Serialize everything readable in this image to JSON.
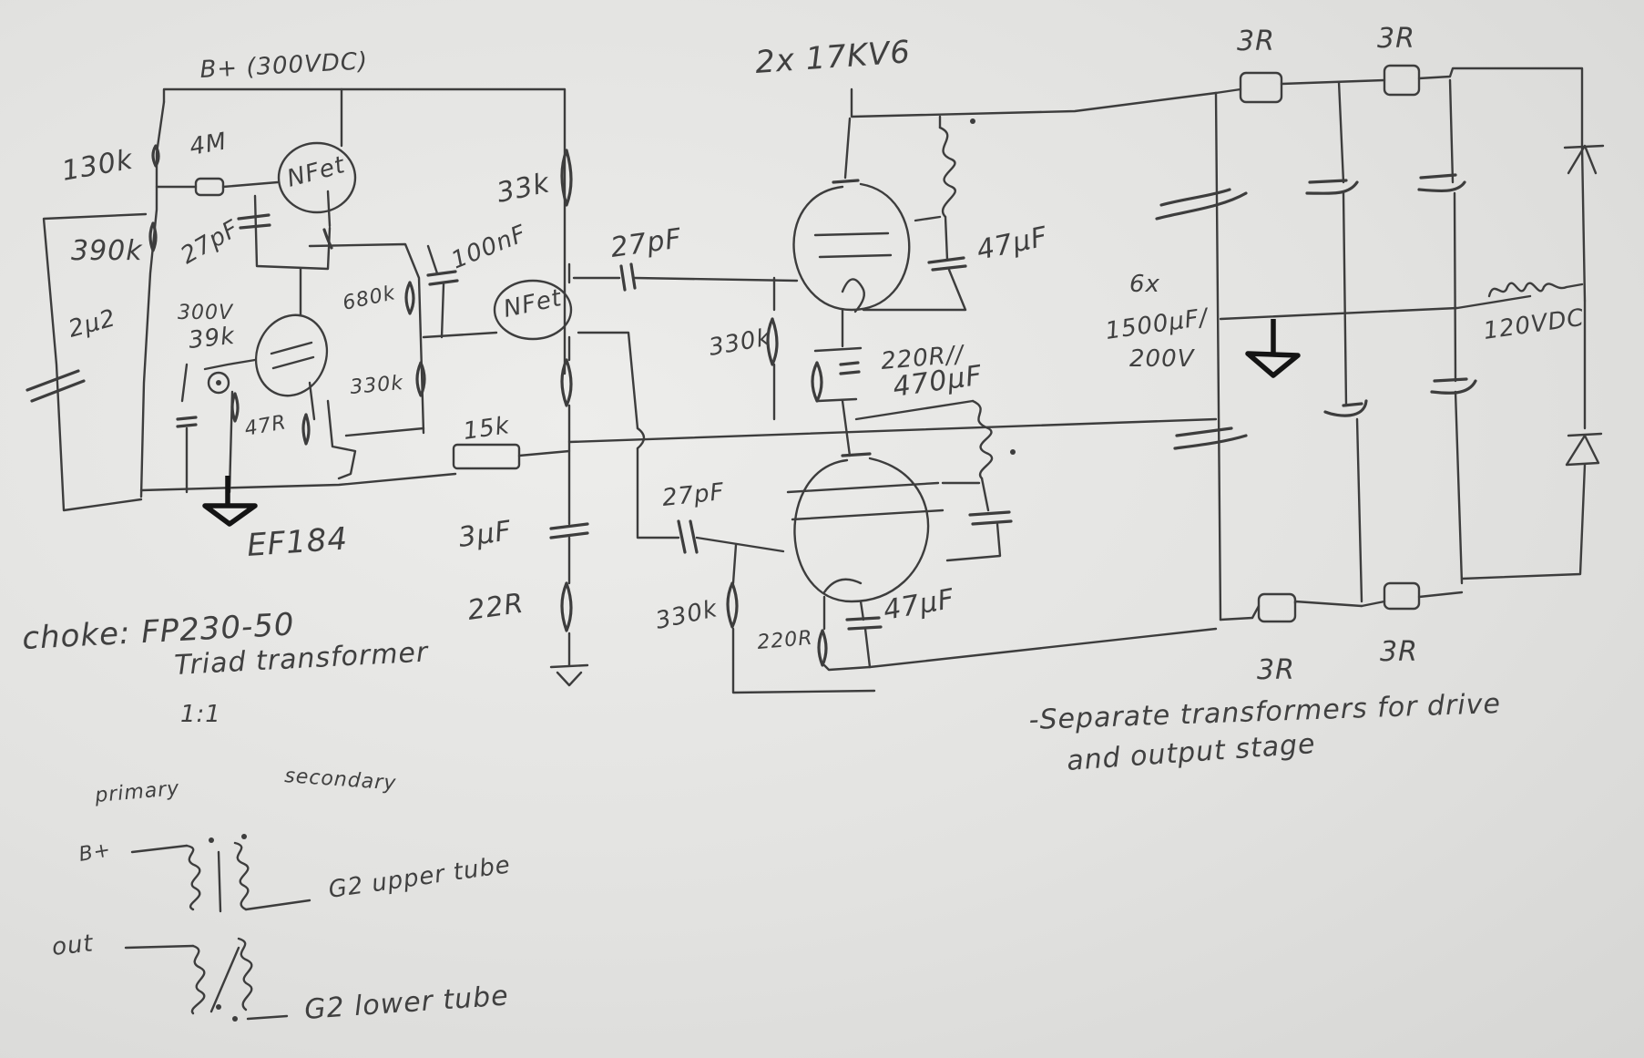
{
  "labels": {
    "b_plus_rail": "B+ (300VDC)",
    "tube_count": "2x 17KV6",
    "r_130k": "130k",
    "r_4m": "4M",
    "nfet_upper": "NFet",
    "r_390k": "390k",
    "c_27pf_a": "27pF",
    "c_2u2": "2μ2",
    "v_300v": "300V",
    "r_39k": "39k",
    "r_47r": "47R",
    "r_680k": "680k",
    "c_100nf": "100nF",
    "r_330k_a": "330k",
    "r_33k": "33k",
    "nfet_lower": "NFet",
    "c_27pf_b": "27pF",
    "r_15k": "15k",
    "gnd_label": "EF184",
    "c_3uf": "3μF",
    "r_22r": "22R",
    "c_47uf_a": "47μF",
    "r_330k_b": "330k",
    "r_220r_470uf_line1": "220R//",
    "r_220r_470uf_line2": "470μF",
    "c_27pf_c": "27pF",
    "r_330k_c": "330k",
    "r_220r": "220R",
    "c_47uf_b": "47μF",
    "r_3r_tl": "3R",
    "r_3r_tr": "3R",
    "r_3r_bl": "3R",
    "r_3r_br": "3R",
    "cap_bank_line1": "6x",
    "cap_bank_line2": "1500μF/",
    "cap_bank_line3": "200V",
    "v_120vdc": "120VDC",
    "choke_line1": "choke: FP230-50",
    "choke_line2": "Triad transformer",
    "choke_line3": "1:1",
    "primary": "primary",
    "secondary": "secondary",
    "b_plus_short": "B+",
    "g2_upper": "G2 upper tube",
    "out": "out",
    "g2_lower": "G2 lower tube",
    "note_line1": "-Separate transformers for drive",
    "note_line2": "and output stage"
  },
  "colors": {
    "paper": "#e4e4e2",
    "ink": "#3d3d3d",
    "ground_symbol": "#141414"
  }
}
